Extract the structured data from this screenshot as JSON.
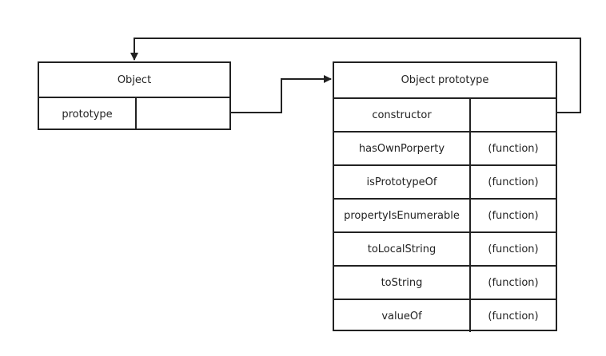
{
  "object": {
    "title": "Object",
    "rows": [
      {
        "key": "prototype",
        "value": ""
      }
    ]
  },
  "object_prototype": {
    "title": "Object prototype",
    "rows": [
      {
        "key": "constructor",
        "value": ""
      },
      {
        "key": "hasOwnPorperty",
        "value": "(function)"
      },
      {
        "key": "isPrototypeOf",
        "value": "(function)"
      },
      {
        "key": "propertyIsEnumerable",
        "value": "(function)"
      },
      {
        "key": "toLocalString",
        "value": "(function)"
      },
      {
        "key": "toString",
        "value": "(function)"
      },
      {
        "key": "valueOf",
        "value": "(function)"
      }
    ]
  },
  "links": [
    {
      "from": "object.prototype",
      "to": "object_prototype"
    },
    {
      "from": "object_prototype.constructor",
      "to": "object"
    }
  ],
  "colors": {
    "stroke": "#222222",
    "background": "#ffffff"
  }
}
